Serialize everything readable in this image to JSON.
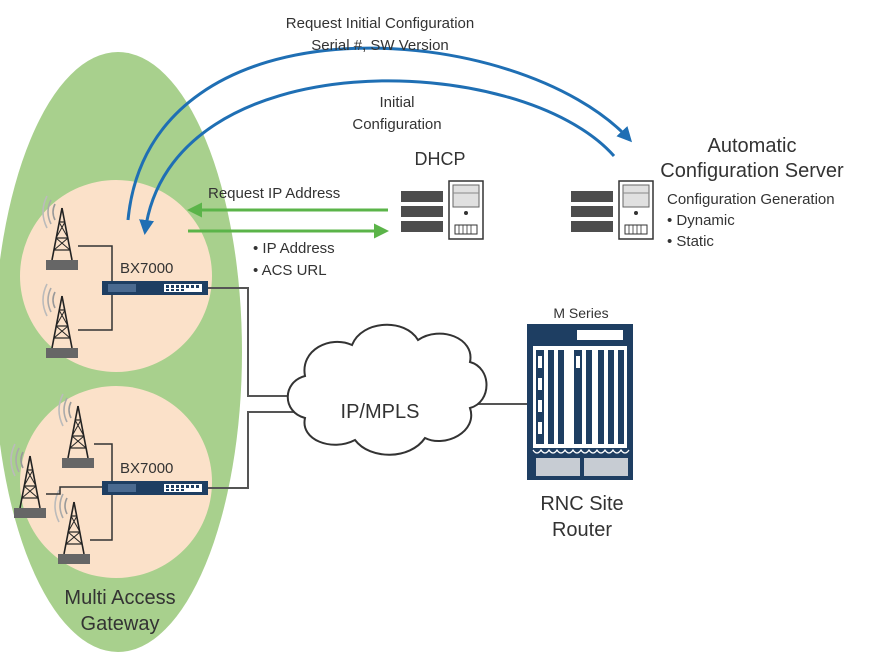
{
  "arc_labels": {
    "request_line1": "Request Initial Configuration",
    "request_line2": "Serial #, SW Version",
    "initial_line1": "Initial",
    "initial_line2": "Configuration"
  },
  "dhcp": {
    "title": "DHCP",
    "request_label": "Request IP Address",
    "response_items": [
      "• IP Address",
      "• ACS URL"
    ]
  },
  "acs": {
    "title_line1": "Automatic",
    "title_line2": "Configuration Server",
    "subtitle": "Configuration Generation",
    "items": [
      "• Dynamic",
      "• Static"
    ]
  },
  "gateway": {
    "devices": [
      "BX7000",
      "BX7000"
    ],
    "label_line1": "Multi Access",
    "label_line2": "Gateway"
  },
  "network": {
    "cloud_label": "IP/MPLS"
  },
  "router": {
    "series_label": "M Series",
    "label_line1": "RNC Site",
    "label_line2": "Router"
  },
  "colors": {
    "blue_arrow": "#1f6fb4",
    "green_arrow": "#5bb449",
    "device_navy": "#1e3e62",
    "gateway_green": "#a8d08d",
    "cell_peach": "#fbe1c9"
  }
}
